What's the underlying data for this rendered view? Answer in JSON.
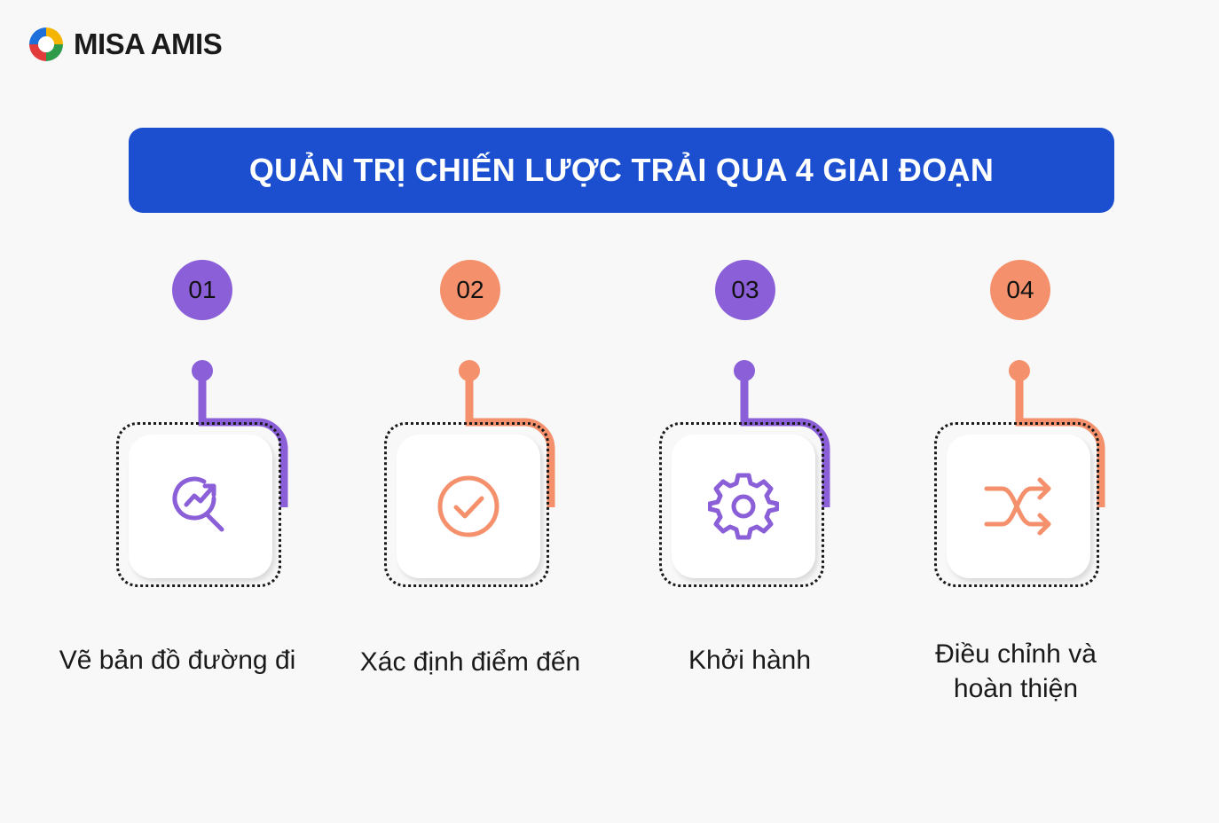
{
  "brand": {
    "name": "MISA AMIS"
  },
  "title": "QUẢN TRỊ CHIẾN LƯỢC TRẢI QUA 4 GIAI ĐOẠN",
  "colors": {
    "banner": "#1b4fd0",
    "purple": "#8a5fd8",
    "orange": "#f4916c"
  },
  "steps": [
    {
      "number": "01",
      "label": "Vẽ bản đồ đường đi",
      "color": "purple",
      "icon": "search-analytics-icon"
    },
    {
      "number": "02",
      "label": "Xác định điểm đến",
      "color": "orange",
      "icon": "check-circle-icon"
    },
    {
      "number": "03",
      "label": "Khởi hành",
      "color": "purple",
      "icon": "gear-icon"
    },
    {
      "number": "04",
      "label": "Điều chỉnh và hoàn thiện",
      "color": "orange",
      "icon": "shuffle-icon"
    }
  ]
}
